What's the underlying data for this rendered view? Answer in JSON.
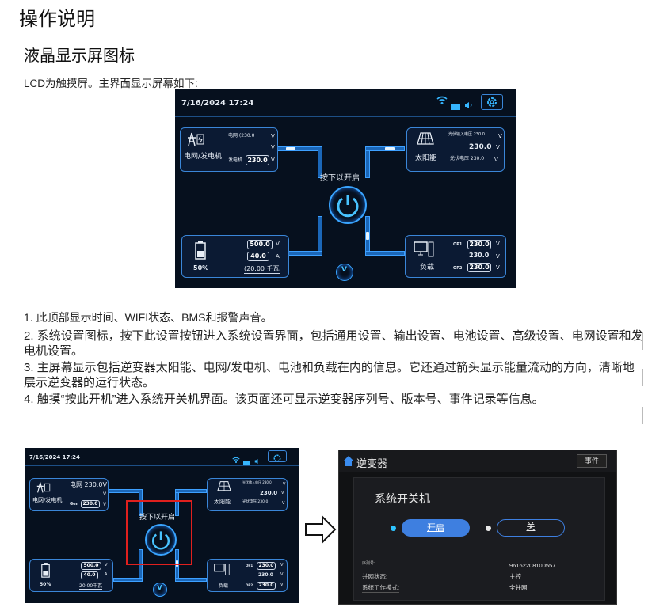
{
  "doc": {
    "title": "操作说明",
    "subtitle": "液晶显示屏图标",
    "intro": "LCD为触摸屏。主界面显示屏幕如下:",
    "notes": [
      "1. 此顶部显示时间、WIFI状态、BMS和报警声音。",
      "2. 系统设置图标，按下此设置按钮进入系统设置界面，包括通用设置、输出设置、电池设置、高级设置、电网设置和发电机设置。",
      "3. 主屏幕显示包括逆变器太阳能、电网/发电机、电池和负载在内的信息。它还通过箭头显示能量流动的方向，清晰地展示逆变器的运行状态。",
      "4. 触摸“按此开机”进入系统开关机界面。该页面还可显示逆变器序列号、版本号、事件记录等信息。"
    ]
  },
  "main_screen": {
    "datetime": "7/16/2024 17:24",
    "grid": {
      "label": "电网/发电机",
      "grid_caption": "电网 (230.0",
      "grid_unit": "V",
      "v_unit": "V",
      "gen_caption": "发电机",
      "gen_value": "230.0",
      "gen_unit": "V"
    },
    "solar": {
      "label": "太阳能",
      "input_caption": "光伏输入电压 230.0",
      "input_unit": "V",
      "value": "230.0",
      "value_unit": "V",
      "pv_caption": "光伏电压 230.0",
      "pv_unit": "V"
    },
    "battery": {
      "soc": "50%",
      "voltage": "500.0",
      "voltage_unit": "V",
      "current": "40.0",
      "current_unit": "A",
      "power": "(20.00 千瓦"
    },
    "load": {
      "label": "负载",
      "op1_tag": "OP1",
      "op1_value": "230.0",
      "op1_unit": "V",
      "mid_value": "230.0",
      "mid_unit": "V",
      "op2_tag": "OP2",
      "op2_value": "230.0",
      "op2_unit": "V"
    },
    "power_caption": "按下以开启",
    "power_symbol": "⏻",
    "bottom_symbol": "V"
  },
  "small_screen": {
    "datetime": "7/16/2024 17:24",
    "grid": {
      "label": "电网/发电机",
      "grid_caption": "电网 230.0V",
      "v_unit": "V",
      "gen_caption": "Gen",
      "gen_value": "230.0",
      "gen_unit": "V"
    },
    "solar": {
      "label": "太阳能",
      "input_caption": "光伏输入电压 230.0",
      "input_unit": "V",
      "value": "230.0",
      "value_unit": "V",
      "pv_caption": "光伏电压 230.0",
      "pv_unit": "V"
    },
    "battery": {
      "soc": "50%",
      "voltage": "500.0",
      "voltage_unit": "V",
      "current": "40.0",
      "current_unit": "A",
      "power": "20.00千瓦"
    },
    "load": {
      "label": "负载",
      "op1_tag": "OP1",
      "op1_value": "230.0",
      "op1_unit": "V",
      "mid_value": "230.0",
      "mid_unit": "V",
      "op2_tag": "OP2",
      "op2_value": "230.0",
      "op2_unit": "V"
    },
    "power_caption": "按下以开启",
    "power_symbol": "⏻",
    "bottom_symbol": "V"
  },
  "onoff_screen": {
    "title": "逆变器",
    "events_button": "事件",
    "heading": "系统开关机",
    "on_button": "开启",
    "off_button": "关",
    "serial_label": "序列号:",
    "serial_value": "96162208100557",
    "grid_state_label": "并网状态:",
    "grid_state_value": "主控",
    "mode_label": "系统工作模式:",
    "mode_value": "全并网"
  },
  "colors": {
    "screen_bg": "#06101e",
    "accent_blue": "#3a86d8",
    "highlight_red": "#e0201e"
  }
}
